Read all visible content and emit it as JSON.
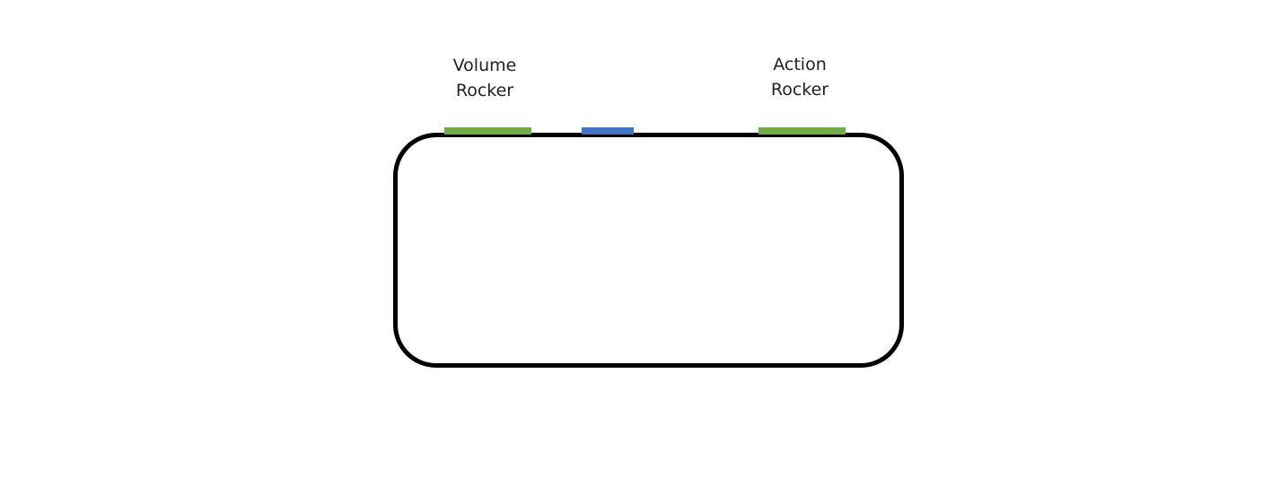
{
  "labels": {
    "volume": [
      "Volume",
      "Rocker"
    ],
    "action": [
      "Action",
      "Rocker"
    ]
  },
  "colors": {
    "rocker": "#70ad47",
    "center_button": "#4472c4",
    "outline": "#000000"
  }
}
